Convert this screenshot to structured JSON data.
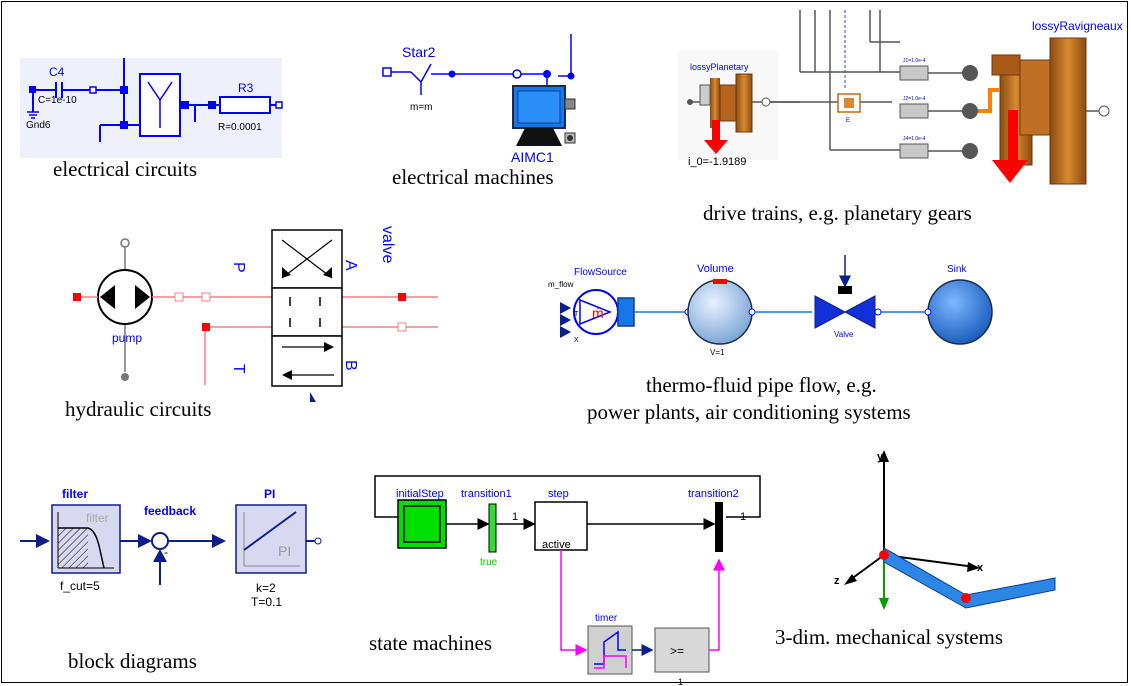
{
  "captions": {
    "electrical_circuits": "electrical circuits",
    "electrical_machines": "electrical machines",
    "drive_trains": "drive trains, e.g. planetary gears",
    "hydraulic_circuits": "hydraulic circuits",
    "thermo_fluid_1": "thermo-fluid pipe flow, e.g.",
    "thermo_fluid_2": "power plants, air conditioning systems",
    "block_diagrams": "block diagrams",
    "state_machines": "state machines",
    "mechanical": "3-dim. mechanical systems"
  },
  "electrical": {
    "capacitor": "C4",
    "cap_value": "C=1e-10",
    "ground": "Gnd6",
    "resistor": "R3",
    "res_value": "R=0.0001"
  },
  "machines": {
    "star": "Star2",
    "star_param": "m=m",
    "machine": "AIMC1"
  },
  "drive": {
    "planetary": "lossyPlanetary",
    "ratio": "i_0=-1.9189",
    "ravigneaux": "lossyRavigneaux",
    "inertia_1": "J1=1.0e-4",
    "inertia_2": "J2=1.0e-4",
    "inertia_3": "J4=1.0e-4",
    "e_label": "E"
  },
  "hydraulic": {
    "pump": "pump",
    "valve": "valve",
    "port_p": "P",
    "port_t": "T",
    "port_a": "A",
    "port_b": "B"
  },
  "fluid": {
    "source": "FlowSource",
    "m_flow": "m_flow",
    "t": "T",
    "x": "X",
    "m_dot": "ṁ",
    "volume": "Volume",
    "v_param": "V=1",
    "valve": "Valve",
    "sink": "Sink"
  },
  "blocks": {
    "filter": "filter",
    "filter_inner": "filter",
    "f_cut": "f_cut=5",
    "feedback": "feedback",
    "minus": "-",
    "pi": "PI",
    "pi_inner": "PI",
    "k": "k=2",
    "t": "T=0.1"
  },
  "state": {
    "initial": "initialStep",
    "transition1": "transition1",
    "t1_num": "1",
    "true_label": "true",
    "step": "step",
    "active": "active",
    "transition2": "transition2",
    "t2_num": "1",
    "timer": "timer",
    "ge": ">=",
    "ge_num": "1"
  },
  "mech": {
    "x": "x",
    "y": "y",
    "z": "z"
  },
  "colors": {
    "blue": "#0000ff",
    "navy": "#0a1e8c",
    "red": "#ff0000",
    "green": "#00ff00",
    "magenta": "#ff00ff",
    "orange": "#c06a10",
    "pink": "#f08080"
  }
}
